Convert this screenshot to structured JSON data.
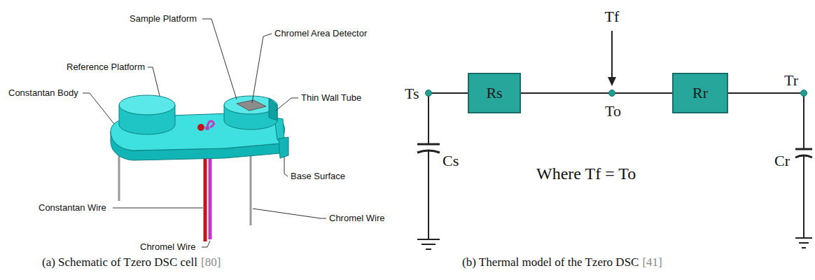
{
  "diagram": {
    "nodes": [
      {
        "text": [
          "Ts"
        ]
      },
      {
        "text": [
          "Rs"
        ]
      },
      {
        "text": [
          "To"
        ]
      },
      {
        "text": [
          "Rr"
        ]
      },
      {
        "text": [
          "Tr"
        ]
      }
    ],
    "edges": [
      {
        "from": 0,
        "to": 1,
        "arrow": "none"
      },
      {
        "from": 1,
        "to": 2,
        "arrow": "none"
      },
      {
        "from": 2,
        "to": 3,
        "arrow": "none"
      },
      {
        "from": 3,
        "to": 4,
        "arrow": "none"
      }
    ],
    "labels": [
      "Sample Platform",
      "Chromel Area Detector",
      "Reference Platform",
      "Constantan Body",
      "Thin Wall Tube",
      "Base Surface",
      "Constantan Wire",
      "Chromel Wire",
      "Chromel Wire",
      "Tf",
      "Cs",
      "Cr",
      "Where Tf = To",
      "(a) Schematic of Tzero DSC cell",
      "[80]",
      "(b) Thermal model of the Tzero DSC",
      "[41]"
    ]
  }
}
